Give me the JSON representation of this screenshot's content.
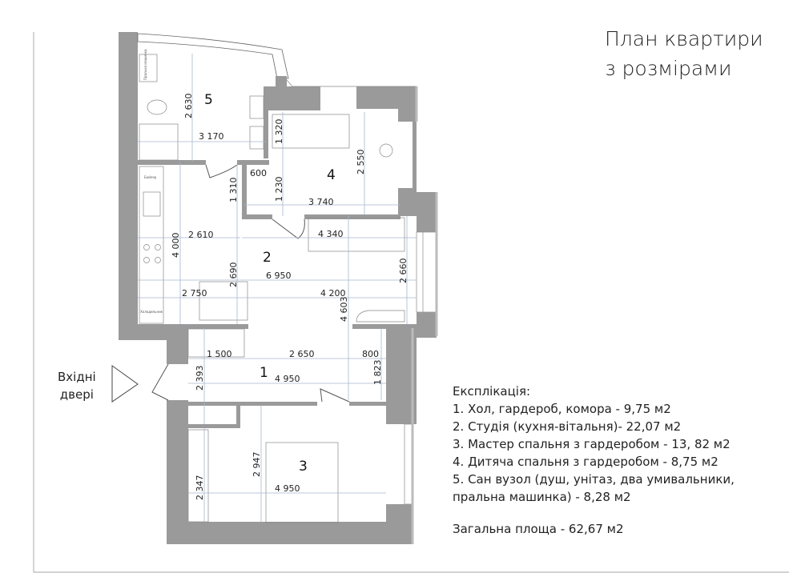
{
  "title": {
    "line1": "План квартири",
    "line2": "з розмірами"
  },
  "entry": {
    "line1": "Вхідні",
    "line2": "двері"
  },
  "rooms": [
    "1",
    "2",
    "3",
    "4",
    "5"
  ],
  "appliances": {
    "washer": "Пральна машинка",
    "boiler": "Бойлер",
    "fridge": "Холодильник"
  },
  "dimensions": [
    "2 630",
    "3 170",
    "1 320",
    "2 550",
    "600",
    "1 230",
    "3 740",
    "1 310",
    "2 610",
    "4 340",
    "4 000",
    "2 690",
    "6 950",
    "2 660",
    "2 750",
    "4 200",
    "4 603",
    "1 500",
    "2 650",
    "800",
    "1 823",
    "2 393",
    "4 950",
    "2 947",
    "2 347",
    "4 950"
  ],
  "explication": {
    "heading": "Експлікація:",
    "items": [
      "1. Хол, гардероб, комора - 9,75 м2",
      "2. Студія (кухня-вітальня)- 22,07 м2",
      "3. Мастер спальня з гардеробом - 13, 82 м2",
      "4. Дитяча спальня з гардеробом - 8,75 м2",
      "5. Сан вузол (душ, унітаз, два умивальники,",
      "пральна машинка) - 8,28 м2"
    ],
    "total": "Загальна площа - 62,67 м2"
  }
}
